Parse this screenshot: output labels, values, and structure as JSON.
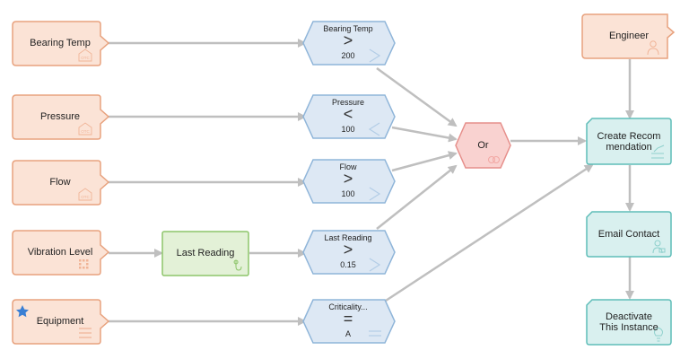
{
  "inputs": {
    "bearing_temp": {
      "label": "Bearing Temp",
      "icon": "otc-data-icon"
    },
    "pressure": {
      "label": "Pressure",
      "icon": "otc-data-icon"
    },
    "flow": {
      "label": "Flow",
      "icon": "otc-data-icon"
    },
    "vibration": {
      "label": "Vibration Level",
      "icon": "grid-data-icon"
    },
    "equipment": {
      "label": "Equipment",
      "icon": "list-icon",
      "badge": "star-icon"
    }
  },
  "last_reading_block": {
    "label": "Last Reading",
    "icon": "hook-icon"
  },
  "conditions": {
    "bearing_temp": {
      "title": "Bearing Temp",
      "operator": ">",
      "value": "200"
    },
    "pressure": {
      "title": "Pressure",
      "operator": "<",
      "value": "100"
    },
    "flow": {
      "title": "Flow",
      "operator": ">",
      "value": "100"
    },
    "last_reading": {
      "title": "Last Reading",
      "operator": ">",
      "value": "0.15"
    },
    "criticality": {
      "title": "Criticality...",
      "operator": "=",
      "value": "A"
    }
  },
  "or_node": {
    "label": "Or",
    "icon": "rings-icon"
  },
  "actions": {
    "engineer": {
      "label": "Engineer",
      "icon": "person-icon"
    },
    "create_rec_line1": "Create Recom",
    "create_rec_line2": "mendation",
    "create_rec_icon": "checklist-icon",
    "email": {
      "label": "Email Contact",
      "icon": "contact-icon"
    },
    "deactivate_line1": "Deactivate",
    "deactivate_line2": "This Instance",
    "deactivate_icon": "bulb-icon"
  },
  "colors": {
    "input_fill": "#fbe3d6",
    "input_stroke": "#e8a27e",
    "cond_fill": "#dde8f4",
    "cond_stroke": "#8fb5d9",
    "or_fill": "#f9d2d0",
    "or_stroke": "#e68f8b",
    "action_fill": "#d9f0ef",
    "action_stroke": "#5fbdb8",
    "green_fill": "#e3f1d7",
    "green_stroke": "#8dc56a",
    "wire": "#bfbfbf"
  }
}
